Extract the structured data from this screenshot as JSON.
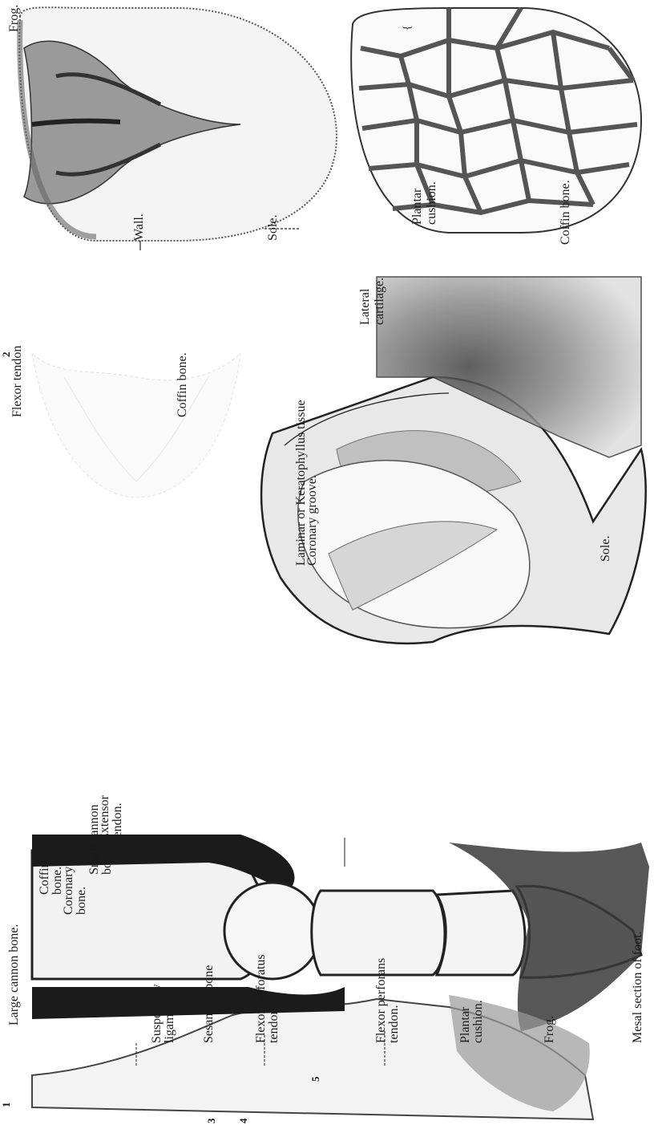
{
  "plate": {
    "figure_numbers": {
      "f1": "1",
      "f2": "2",
      "f3": "3",
      "f4": "4",
      "f5": "5"
    },
    "fig1": {
      "frog": "Frog.",
      "wall": "Wall.",
      "sole": "Sole."
    },
    "fig2": {
      "lateral_1": "Lateral",
      "lateral_2": "cartilage.",
      "plantar_1": "Plantar",
      "plantar_2": "cushion.",
      "coffin": "Coffin bone."
    },
    "fig3": {
      "flexor": "Flexor tendon",
      "coffin": "Coffin bone."
    },
    "fig4": {
      "laminar": "Laminar or Keratophyllus tissue",
      "coronary": "Coronary groove.",
      "sole": "Sole."
    },
    "fig5": {
      "large_cannon": "Large cannon bone.",
      "small_cannon_1": "Small cannon",
      "small_cannon_2": "bone.",
      "extensor_1": "Extensor",
      "extensor_2": "tendon.",
      "coronary_1": "Coronary",
      "coronary_2": "bone.",
      "coffin_1": "Coffin",
      "coffin_2": "bone.",
      "suspensory_1": "Suspensory",
      "suspensory_2": "ligament.",
      "sesamoid": "Sesamoid bone",
      "perforatus_1": "Flexor perforatus",
      "perforatus_2": "tendon.",
      "perforans_1": "Flexor perforans",
      "perforans_2": "tendon.",
      "plantar_1": "Plantar",
      "plantar_2": "cushion.",
      "frog": "Frog.",
      "caption": "Mesal section of foot."
    }
  }
}
